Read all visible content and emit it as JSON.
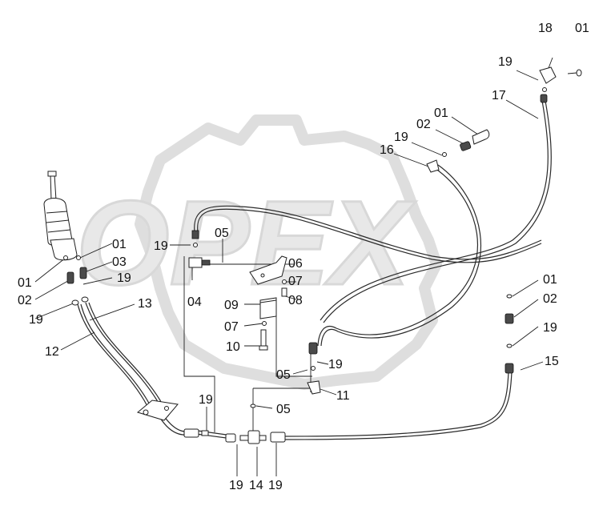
{
  "watermark": {
    "text": "OPEX"
  },
  "callouts": [
    {
      "id": "c1",
      "text": "18"
    },
    {
      "id": "c2",
      "text": "01"
    },
    {
      "id": "c3",
      "text": "19"
    },
    {
      "id": "c4",
      "text": "17"
    },
    {
      "id": "c5",
      "text": "01"
    },
    {
      "id": "c6",
      "text": "02"
    },
    {
      "id": "c7",
      "text": "19"
    },
    {
      "id": "c8",
      "text": "16"
    },
    {
      "id": "c9",
      "text": "05"
    },
    {
      "id": "c10",
      "text": "19"
    },
    {
      "id": "c11",
      "text": "01"
    },
    {
      "id": "c12",
      "text": "03"
    },
    {
      "id": "c13",
      "text": "19"
    },
    {
      "id": "c14",
      "text": "01"
    },
    {
      "id": "c15",
      "text": "02"
    },
    {
      "id": "c16",
      "text": "19"
    },
    {
      "id": "c17",
      "text": "13"
    },
    {
      "id": "c18",
      "text": "12"
    },
    {
      "id": "c19",
      "text": "04"
    },
    {
      "id": "c20",
      "text": "06"
    },
    {
      "id": "c21",
      "text": "07"
    },
    {
      "id": "c22",
      "text": "08"
    },
    {
      "id": "c23",
      "text": "09"
    },
    {
      "id": "c24",
      "text": "07"
    },
    {
      "id": "c25",
      "text": "10"
    },
    {
      "id": "c26",
      "text": "05"
    },
    {
      "id": "c27",
      "text": "19"
    },
    {
      "id": "c28",
      "text": "11"
    },
    {
      "id": "c29",
      "text": "05"
    },
    {
      "id": "c30",
      "text": "19"
    },
    {
      "id": "c31",
      "text": "19"
    },
    {
      "id": "c32",
      "text": "14"
    },
    {
      "id": "c33",
      "text": "19"
    },
    {
      "id": "c34",
      "text": "01"
    },
    {
      "id": "c35",
      "text": "02"
    },
    {
      "id": "c36",
      "text": "19"
    },
    {
      "id": "c37",
      "text": "15"
    }
  ]
}
